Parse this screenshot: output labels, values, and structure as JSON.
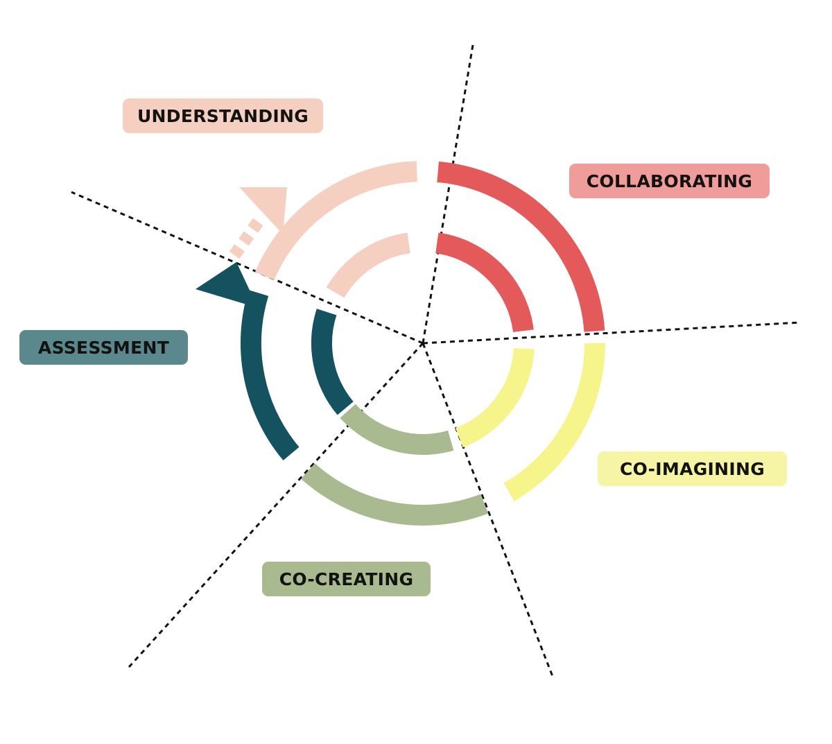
{
  "diagram": {
    "stages": [
      {
        "id": "understanding",
        "label": "UNDERSTANDING",
        "color": "#f5d0c1",
        "text_color": "#121212"
      },
      {
        "id": "collaborating",
        "label": "COLLABORATING",
        "color": "#f09c9a",
        "text_color": "#121212"
      },
      {
        "id": "co-imagining",
        "label": "CO-IMAGINING",
        "color": "#f5f5a5",
        "text_color": "#121212"
      },
      {
        "id": "co-creating",
        "label": "CO-CREATING",
        "color": "#a9ba90",
        "text_color": "#121212"
      },
      {
        "id": "assessment",
        "label": "ASSESSMENT",
        "color": "#5b888d",
        "text_color": "#121212"
      }
    ],
    "arc_colors": {
      "understanding": "#f5d0c1",
      "collaborating": "#e45a5a",
      "co-imagining": "#f5f58c",
      "co-creating": "#a9ba90",
      "assessment": "#155260"
    },
    "divider_color": "#111111"
  }
}
